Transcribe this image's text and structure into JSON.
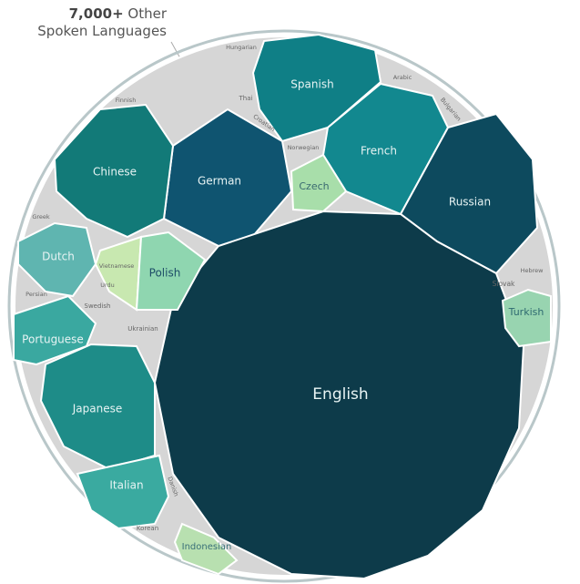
{
  "title": {
    "bold": "7,000+",
    "rest1": " Other",
    "line2": "Spoken Languages"
  },
  "colors": {
    "english": "#0d3b4a",
    "russian": "#0d4a5e",
    "german": "#0f5470",
    "spanish": "#0f7f86",
    "french": "#12888f",
    "chinese": "#127a78",
    "japanese": "#1e8c88",
    "portuguese": "#3aa8a0",
    "italian": "#3aaaa0",
    "dutch": "#5fb5b0",
    "polish": "#8fd6b0",
    "czech": "#a8deaa",
    "vietnamese": "#c8e8b0",
    "turkish": "#98d4b0",
    "indonesian": "#b8e0b0",
    "other": "#d6d6d6"
  },
  "languages": {
    "english": "English",
    "russian": "Russian",
    "german": "German",
    "spanish": "Spanish",
    "french": "French",
    "chinese": "Chinese",
    "japanese": "Japanese",
    "portuguese": "Portuguese",
    "italian": "Italian",
    "dutch": "Dutch",
    "polish": "Polish",
    "czech": "Czech",
    "turkish": "Turkish",
    "indonesian": "Indonesian",
    "vietnamese": "Vietnamese",
    "korean": "Korean",
    "swedish": "Swedish",
    "ukrainian": "Ukrainian",
    "persian": "Persian",
    "greek": "Greek",
    "finnish": "Finnish",
    "hungarian": "Hungarian",
    "thai": "Thai",
    "croatian": "Croatian",
    "norwegian": "Norwegian",
    "arabic": "Arabic",
    "bulgarian": "Bulgarian",
    "slovak": "Slovak",
    "hebrew": "Hebrew",
    "urdu": "Urdu",
    "danish": "Danish"
  }
}
